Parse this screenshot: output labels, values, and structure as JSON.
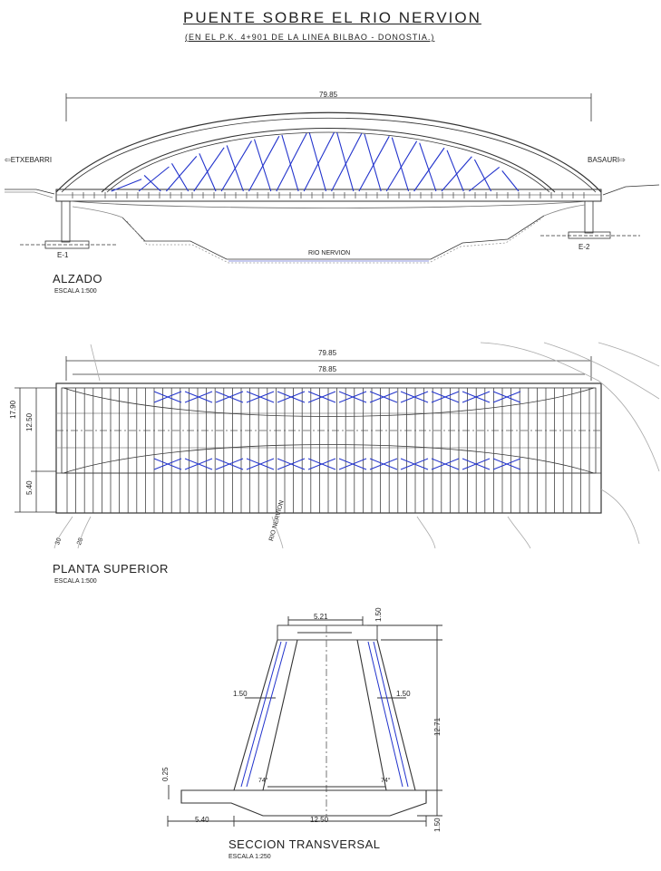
{
  "header": {
    "title": "PUENTE SOBRE EL RIO NERVION",
    "subtitle": "(EN EL P.K. 4+901 DE LA LINEA BILBAO - DONOSTIA.)"
  },
  "alzado": {
    "title": "ALZADO",
    "scale": "ESCALA 1:500",
    "span": "79.85",
    "left_label": "ETXEBARRI",
    "right_label": "BASAURI",
    "river_label": "RIO NERVION",
    "abutment_left": "E-1",
    "abutment_right": "E-2"
  },
  "planta": {
    "title": "PLANTA SUPERIOR",
    "scale": "ESCALA 1:500",
    "span_outer": "79.85",
    "span_inner": "78.85",
    "width_total": "17.90",
    "width_deck": "12.50",
    "width_side": "5.40",
    "river_label": "RIO NERVION",
    "contour_a": "30",
    "contour_b": "28"
  },
  "seccion": {
    "title": "SECCION TRANSVERSAL",
    "scale": "ESCALA 1:250",
    "top_width": "5.21",
    "top_height": "1.50",
    "arch_thickness_left": "1.50",
    "arch_thickness_right": "1.50",
    "height": "12.71",
    "bottom_height": "1.50",
    "angle_left": "74°",
    "angle_right": "74°",
    "deck_width": "12.50",
    "side_width": "5.40",
    "curb": "0.25"
  },
  "colors": {
    "line": "#333333",
    "hanger": "#2233cc",
    "background": "#ffffff"
  }
}
